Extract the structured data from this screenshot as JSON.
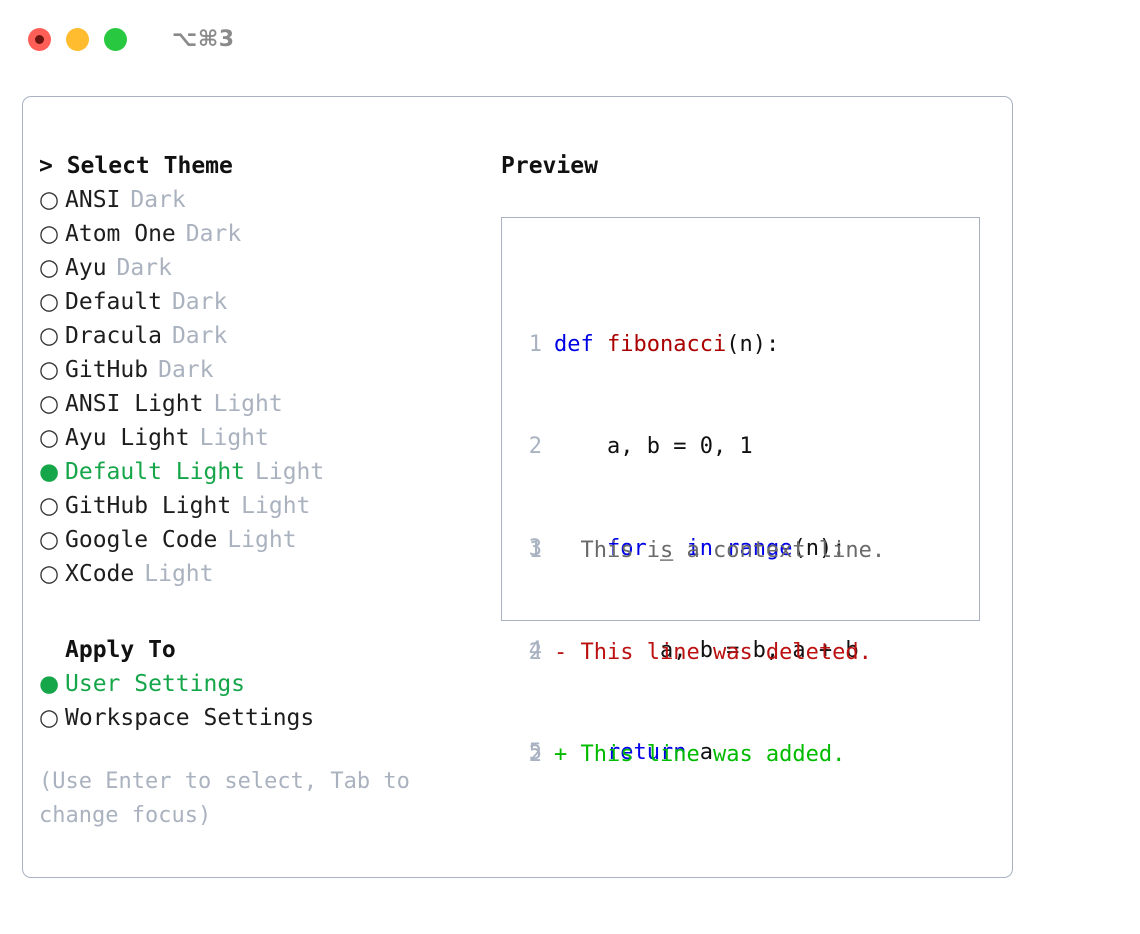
{
  "titlebar": {
    "shortcut": "⌥⌘3",
    "lights": [
      {
        "name": "close-button",
        "color": "#ff5f57"
      },
      {
        "name": "minimize-button",
        "color": "#febc2e"
      },
      {
        "name": "maximize-button",
        "color": "#28c840"
      }
    ]
  },
  "theme_picker": {
    "header": "> Select Theme",
    "items": [
      {
        "marker": "○",
        "label": "ANSI",
        "variant": "Dark",
        "selected": false
      },
      {
        "marker": "○",
        "label": "Atom One",
        "variant": "Dark",
        "selected": false
      },
      {
        "marker": "○",
        "label": "Ayu",
        "variant": "Dark",
        "selected": false
      },
      {
        "marker": "○",
        "label": "Default",
        "variant": "Dark",
        "selected": false
      },
      {
        "marker": "○",
        "label": "Dracula",
        "variant": "Dark",
        "selected": false
      },
      {
        "marker": "○",
        "label": "GitHub",
        "variant": "Dark",
        "selected": false
      },
      {
        "marker": "○",
        "label": "ANSI Light",
        "variant": "Light",
        "selected": false
      },
      {
        "marker": "○",
        "label": "Ayu Light",
        "variant": "Light",
        "selected": false
      },
      {
        "marker": "●",
        "label": "Default Light",
        "variant": "Light",
        "selected": true
      },
      {
        "marker": "○",
        "label": "GitHub Light",
        "variant": "Light",
        "selected": false
      },
      {
        "marker": "○",
        "label": "Google Code",
        "variant": "Light",
        "selected": false
      },
      {
        "marker": "○",
        "label": "XCode",
        "variant": "Light",
        "selected": false
      }
    ]
  },
  "apply_to": {
    "header": "Apply To",
    "items": [
      {
        "marker": "●",
        "label": "User Settings",
        "selected": true
      },
      {
        "marker": "○",
        "label": "Workspace Settings",
        "selected": false
      }
    ]
  },
  "hint": "(Use Enter to select, Tab to change focus)",
  "preview": {
    "header": "Preview",
    "code_lines": [
      {
        "no": "1",
        "tokens": [
          {
            "t": "def ",
            "c": "kw"
          },
          {
            "t": "fibonacci",
            "c": "fn"
          },
          {
            "t": "(n):",
            "c": "txt"
          }
        ]
      },
      {
        "no": "2",
        "tokens": [
          {
            "t": "    a, b = 0, 1",
            "c": "txt"
          }
        ]
      },
      {
        "no": "3",
        "tokens": [
          {
            "t": "    ",
            "c": "txt"
          },
          {
            "t": "for",
            "c": "kw"
          },
          {
            "t": " _ ",
            "c": "txt"
          },
          {
            "t": "in",
            "c": "kw"
          },
          {
            "t": " ",
            "c": "txt"
          },
          {
            "t": "range",
            "c": "kw"
          },
          {
            "t": "(n):",
            "c": "txt"
          }
        ]
      },
      {
        "no": "4",
        "tokens": [
          {
            "t": "        a, b = b, a + b",
            "c": "txt"
          }
        ]
      },
      {
        "no": "5",
        "tokens": [
          {
            "t": "    ",
            "c": "txt"
          },
          {
            "t": "return",
            "c": "kw"
          },
          {
            "t": " a",
            "c": "txt"
          }
        ]
      }
    ],
    "diff_lines": [
      {
        "no": "1",
        "sign": "  ",
        "text": "This is a context line.",
        "kind": "ctx"
      },
      {
        "no": "2",
        "sign": "- ",
        "text": "This line was deleted.",
        "kind": "del"
      },
      {
        "no": "2",
        "sign": "+ ",
        "text": "This line was added.",
        "kind": "add"
      }
    ]
  },
  "colors": {
    "accent_green": "#16a64a",
    "diff_add": "#00bb00",
    "diff_del": "#bb1111",
    "keyword_blue": "#0000e6",
    "function_red": "#aa0000",
    "muted": "#aab2bf",
    "border": "#a8b2c1"
  }
}
